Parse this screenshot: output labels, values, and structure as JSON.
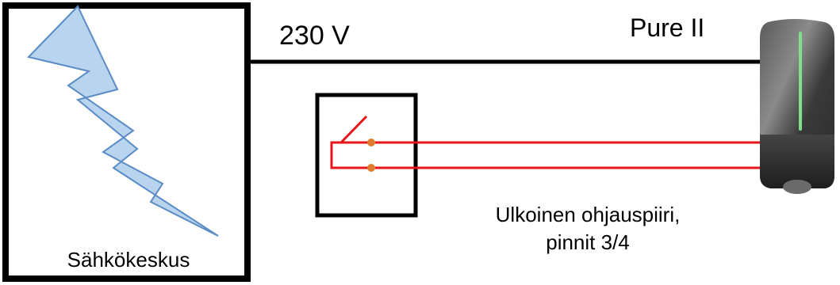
{
  "panel": {
    "label": "Sähkökeskus"
  },
  "supply": {
    "voltage_label": "230 V"
  },
  "charger": {
    "name": "Pure II"
  },
  "control": {
    "line1": "Ulkoinen ohjauspiiri,",
    "line2": "pinnit 3/4"
  },
  "colors": {
    "bolt_fill": "#b8d4ee",
    "bolt_stroke": "#5b8cc6",
    "wire_signal": "#e8141c",
    "terminal_dot": "#e07b2c",
    "charger_body": "#3c3c3c",
    "charger_led": "#7ee08a"
  }
}
